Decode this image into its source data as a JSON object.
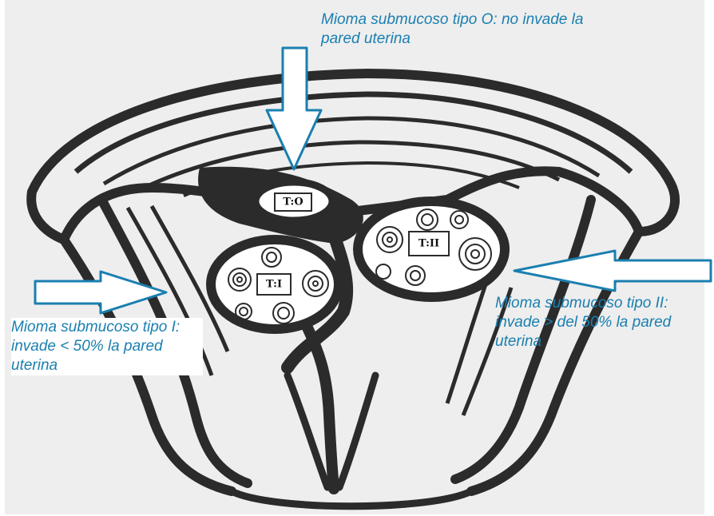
{
  "colors": {
    "background": "#ffffff",
    "paper": "#eeeeee",
    "ink": "#2b2b2b",
    "accent_blue": "#1a7fb0"
  },
  "labels": {
    "type0": "T:O",
    "type1": "T:I",
    "type2": "T:II"
  },
  "captions": {
    "type0": "Mioma submucoso tipo O: no invade la pared uterina",
    "type1": "Mioma submucoso tipo I: invade < 50% la pared uterina",
    "type2": "Mioma submucoso tipo II: invade > del 50% la pared uterina"
  }
}
